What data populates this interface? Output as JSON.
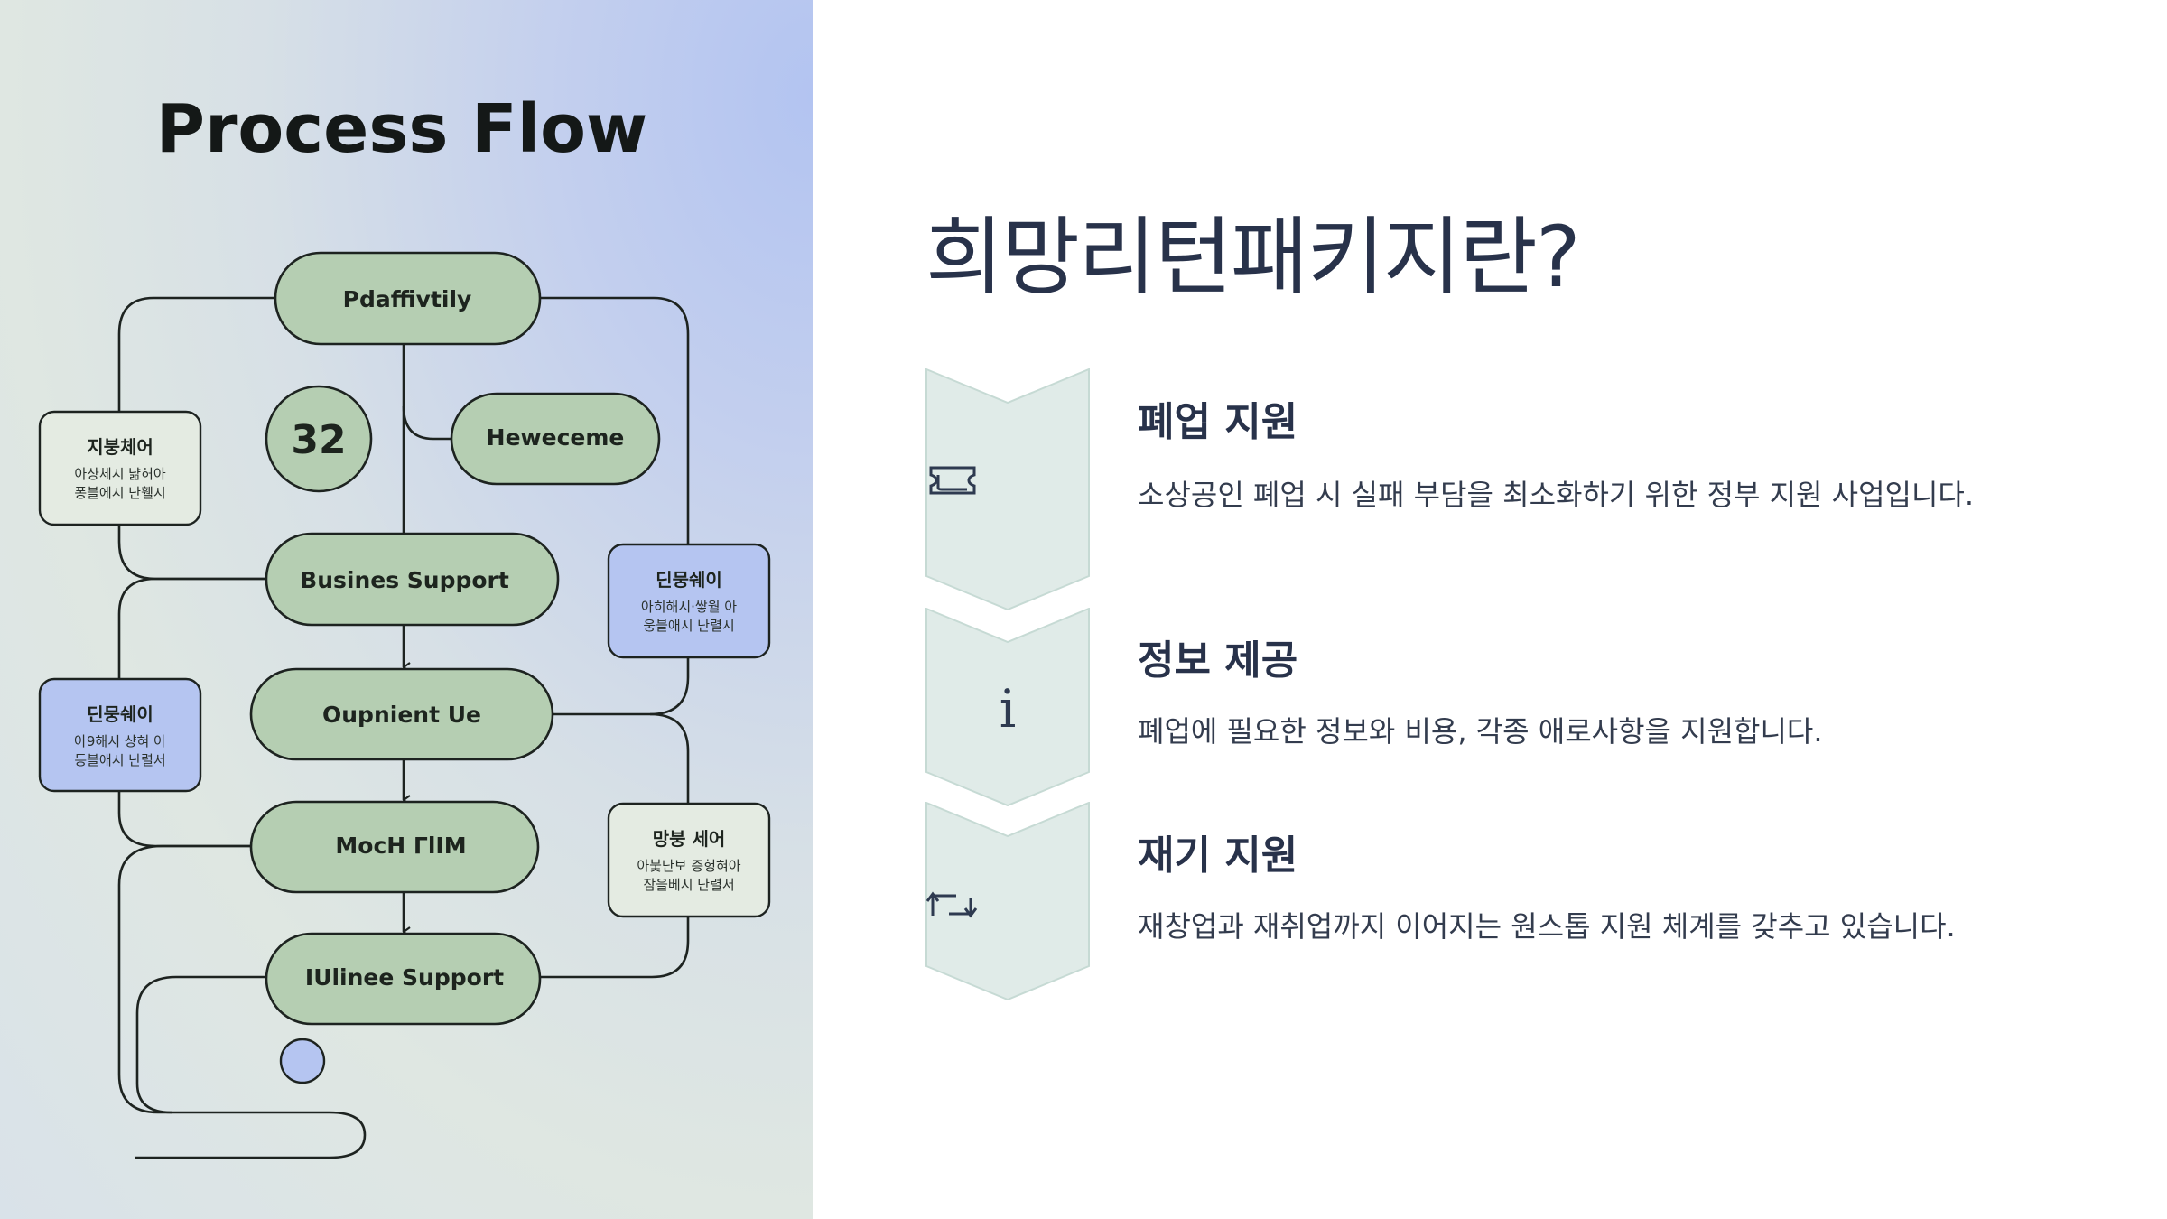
{
  "left_panel": {
    "title": "Process Flow",
    "nodes": {
      "top": "Pdaffivtily",
      "right_top": "Heweceme",
      "business": "Busines Support",
      "oupnient": "Oupnient Ue",
      "moch": "MocH ΓlIM",
      "iulinee": "IUlinee Support"
    },
    "number_badge": "32",
    "side_boxes": [
      {
        "title": "지붕체어",
        "line1": "아샹체시 냚허아",
        "line2": "퐁블에시 난휄시"
      },
      {
        "title": "딘뭉쉐이",
        "line1": "아히해시·쌓월 아",
        "line2": "웅블애시 난렬시"
      },
      {
        "title": "딘뭉쉐이",
        "line1": "아9해시 샹혀 아",
        "line2": "등블애시 난렬서"
      },
      {
        "title": "망붕 세어",
        "line1": "아붗난보 증헝혀아",
        "line2": "잠을베시 난렬서"
      }
    ],
    "colors": {
      "node_green": "#b5ceb2",
      "node_blue": "#b5c5f1",
      "line": "#1d2320"
    }
  },
  "right_panel": {
    "title": "희망리턴패키지란?",
    "items": [
      {
        "icon": "ticket-icon",
        "heading": "폐업 지원",
        "text": "소상공인 폐업 시 실패 부담을 최소화하기 위한 정부 지원 사업입니다."
      },
      {
        "icon": "info-icon",
        "heading": "정보 제공",
        "text": "폐업에 필요한 정보와 비용, 각종 애로사항을 지원합니다."
      },
      {
        "icon": "repeat-icon",
        "heading": "재기 지원",
        "text": "재창업과 재취업까지 이어지는 원스톱 지원 체계를 갖추고 있습니다."
      }
    ],
    "colors": {
      "chevron_fill": "#e0ebe8",
      "chevron_stroke": "#c6dad4",
      "text": "#28324a"
    }
  }
}
